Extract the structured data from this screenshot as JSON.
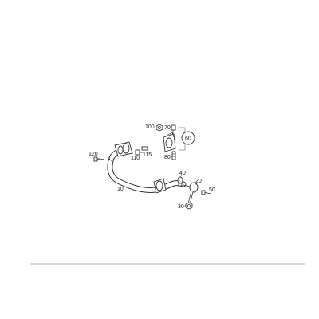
{
  "diagram": {
    "labels": {
      "p10": "10",
      "p20": "20",
      "p30": "30",
      "p40": "40",
      "p50": "50",
      "p60": "60",
      "p70": "70",
      "p80": "80",
      "p100": "100",
      "p110": "110",
      "p115": "115",
      "p120": "120"
    },
    "colors": {
      "line": "#333333",
      "text": "#222222",
      "divider": "#999999",
      "background": "#ffffff"
    }
  }
}
